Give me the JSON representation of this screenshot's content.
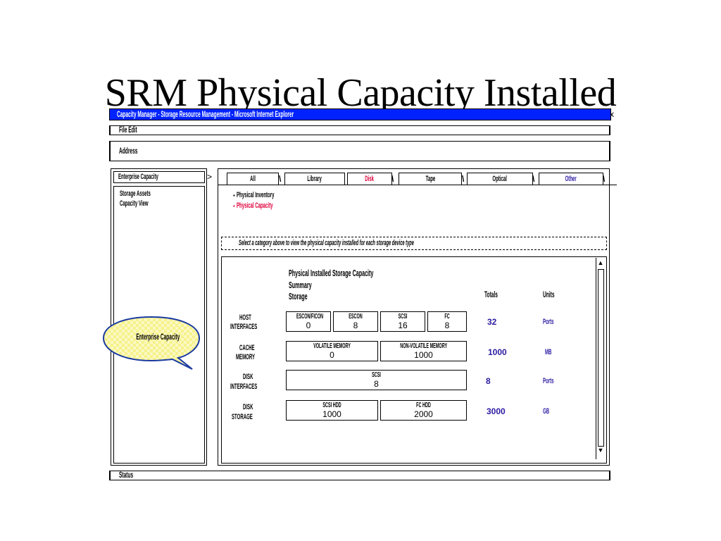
{
  "slide": {
    "title": "SRM Physical Capacity Installed"
  },
  "window": {
    "title": "Capacity Manager - Storage Resource Management - Microsoft Internet Explorer",
    "close_label": "x",
    "menu": "File  Edit",
    "address": "Address",
    "status": "Status"
  },
  "left_panel": {
    "header": "Enterprise Capacity",
    "tree": [
      "Storage Assets",
      "Capacity View"
    ]
  },
  "tabs": [
    {
      "label": "All"
    },
    {
      "label": "Library"
    },
    {
      "label": "Disk"
    },
    {
      "label": "Tape"
    },
    {
      "label": "Optical"
    },
    {
      "label": "Other"
    }
  ],
  "subnav": [
    "Physical Inventory",
    "Physical Capacity"
  ],
  "info_bar": "Select a category above to view the physical capacity installed for each storage device type",
  "content": {
    "heading_1": "Physical Installed Storage Capacity",
    "heading_2": "Summary",
    "heading_3": "Storage",
    "col_totals": "Totals",
    "col_units": "Units",
    "rows": [
      {
        "label_1": "HOST",
        "label_2": "INTERFACES",
        "cells": [
          {
            "label": "ESCON/FICON",
            "value": "0"
          },
          {
            "label": "ESCON",
            "value": "8"
          },
          {
            "label": "SCSI",
            "value": "16"
          },
          {
            "label": "FC",
            "value": "8"
          }
        ],
        "total": "32",
        "unit": "Ports"
      },
      {
        "label_1": "CACHE",
        "label_2": "MEMORY",
        "cells": [
          {
            "label": "VOLATILE MEMORY",
            "value": "0"
          },
          {
            "label": "NON-VOLATILE MEMORY",
            "value": "1000"
          }
        ],
        "total": "1000",
        "unit": "MB"
      },
      {
        "label_1": "DISK",
        "label_2": "INTERFACES",
        "cells": [
          {
            "label": "SCSI",
            "value": "8"
          }
        ],
        "total": "8",
        "unit": "Ports"
      },
      {
        "label_1": "DISK",
        "label_2": "STORAGE",
        "cells": [
          {
            "label": "SCSI HDD",
            "value": "1000"
          },
          {
            "label": "FC HDD",
            "value": "2000"
          }
        ],
        "total": "3000",
        "unit": "GB"
      }
    ]
  },
  "callout": {
    "text": "Enterprise Capacity"
  },
  "colors": {
    "titlebar": "#0022ff",
    "active_tab": "#e0003c",
    "accent_text": "#2a1aa0",
    "callout_fill": "#f6f28a"
  },
  "icons": {
    "scroll_up": "triangle-up-icon",
    "scroll_down": "triangle-down-icon",
    "bullet": "bullet-icon"
  }
}
